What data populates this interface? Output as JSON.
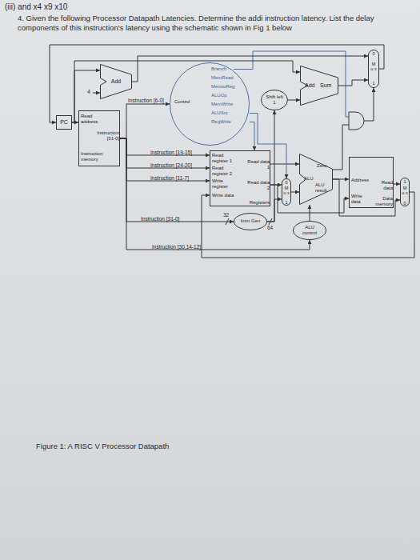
{
  "diagram": {
    "caption": "Figure 1: A RISC V Processor Datapath",
    "nodes": [
      {
        "text": [
          "Add"
        ]
      },
      {
        "text": [
          "PC"
        ]
      },
      {
        "text": [
          "Read address",
          "Instruction [31-0]",
          "Instruction memory"
        ]
      },
      {
        "text": [
          "Control",
          "Branch",
          "MemRead",
          "MemtoReg",
          "ALUOp",
          "MemWrite",
          "ALUSrc",
          "RegWrite"
        ]
      },
      {
        "text": [
          "Read register 1",
          "Read register 2",
          "Write register",
          "Write data",
          "Read data 1",
          "Read data 2",
          "Registers"
        ]
      },
      {
        "text": [
          "Imm Gen"
        ]
      },
      {
        "text": [
          "Shift left 1"
        ]
      },
      {
        "text": [
          "Add",
          "Sum"
        ]
      },
      {
        "text": [
          "0",
          "M u x",
          "1"
        ]
      },
      {
        "text": [
          "0",
          "M u x",
          "1"
        ]
      },
      {
        "text": [
          "Zero",
          "ALU",
          "ALU result"
        ]
      },
      {
        "text": [
          "ALU control"
        ]
      },
      {
        "text": [
          "Address",
          "Read data",
          "Write data",
          "Data memory"
        ]
      },
      {
        "text": [
          "1",
          "M u x",
          "0"
        ]
      }
    ],
    "edges": [
      {
        "from": 1,
        "to": 2,
        "arrow": "to"
      },
      {
        "from": 1,
        "to": 0,
        "arrow": "to"
      },
      {
        "from": 0,
        "to": 8,
        "arrow": "to"
      },
      {
        "from": 8,
        "to": 1,
        "arrow": "to"
      },
      {
        "from": 1,
        "to": 7,
        "arrow": "to"
      },
      {
        "from": 6,
        "to": 7,
        "arrow": "to"
      },
      {
        "from": 7,
        "to": 8,
        "arrow": "to"
      },
      {
        "from": 2,
        "to": 3,
        "label": "Instruction [6-0]",
        "arrow": "to"
      },
      {
        "from": 2,
        "to": 4,
        "label": "Instruction [19-15]",
        "arrow": "to"
      },
      {
        "from": 2,
        "to": 4,
        "label": "Instruction [24-20]",
        "arrow": "to"
      },
      {
        "from": 2,
        "to": 4,
        "label": "Instruction [11-7]",
        "arrow": "to"
      },
      {
        "from": 2,
        "to": 5,
        "label": "Instruction [31-0]",
        "arrow": "to"
      },
      {
        "from": 2,
        "to": 11,
        "label": "Instruction [30,14-12]",
        "arrow": "to"
      },
      {
        "from": 4,
        "to": 10,
        "arrow": "to"
      },
      {
        "from": 4,
        "to": 9,
        "arrow": "to"
      },
      {
        "from": 4,
        "to": 12,
        "arrow": "to"
      },
      {
        "from": 5,
        "to": 9,
        "arrow": "to"
      },
      {
        "from": 5,
        "to": 6,
        "arrow": "to"
      },
      {
        "from": 9,
        "to": 10,
        "arrow": "to"
      },
      {
        "from": 11,
        "to": 10,
        "arrow": "to"
      },
      {
        "from": 10,
        "to": 12,
        "arrow": "to"
      },
      {
        "from": 10,
        "to": 13,
        "arrow": "to"
      },
      {
        "from": 12,
        "to": 13,
        "arrow": "to"
      },
      {
        "from": 13,
        "to": 4,
        "arrow": "to"
      },
      {
        "from": 3,
        "to": 4,
        "arrow": "to"
      },
      {
        "from": 3,
        "to": 9,
        "arrow": "to"
      }
    ],
    "labels": [
      "(iii) and x4 x9 x10",
      "4. Given the following Processor Datapath Latencies. Determine the addi instruction latency. List the delay components of this instruction's latency using the schematic shown in Fig 1 below",
      "4",
      "32",
      "64"
    ]
  }
}
